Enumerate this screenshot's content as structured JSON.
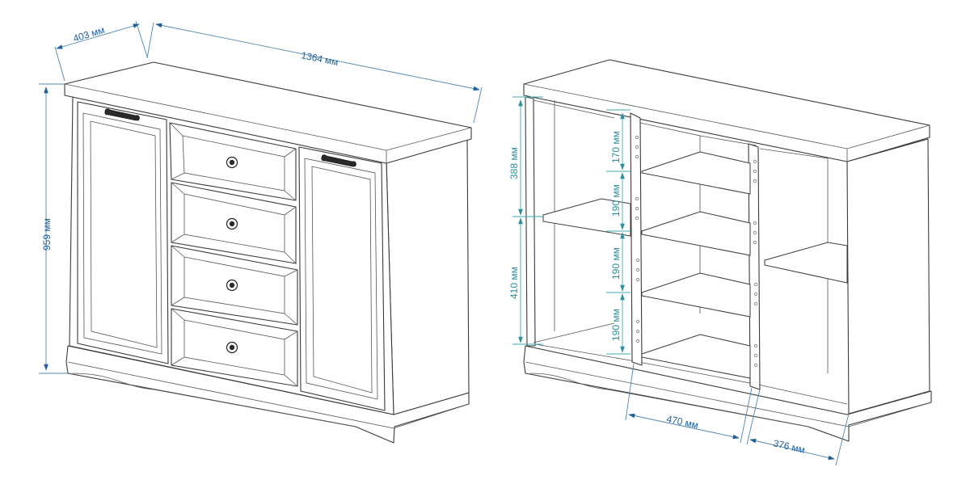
{
  "dimensions": {
    "depth": "403 мм",
    "width": "1364 мм",
    "height": "959 мм",
    "upper_section": "388 мм",
    "lower_section": "410 мм",
    "shelf_gap_1": "170 мм",
    "shelf_gap_2": "190 мм",
    "shelf_gap_3": "190 мм",
    "shelf_gap_4": "190 мм",
    "inner_width_left": "470 мм",
    "inner_width_right": "376 мм"
  },
  "colors": {
    "dimension": "#1f5f9a",
    "dimension_secondary": "#2b8fa0",
    "outline": "#3a3a3a"
  }
}
